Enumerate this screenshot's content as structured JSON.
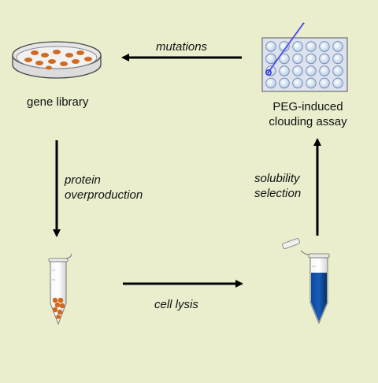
{
  "nodes": {
    "library": {
      "label": "gene library",
      "icon": "petri-dish-icon"
    },
    "expression": {
      "icon": "tube-with-cells-icon"
    },
    "lysate": {
      "icon": "tube-with-supernatant-icon"
    },
    "assay": {
      "line1": "PEG-induced",
      "line2": "clouding assay",
      "icon": "well-plate-icon"
    }
  },
  "edges": {
    "library_to_expression": {
      "line1": "protein",
      "line2": "overproduction"
    },
    "expression_to_lysate": {
      "label": "cell lysis"
    },
    "lysate_to_assay": {
      "line1": "solubility",
      "line2": "selection"
    },
    "assay_to_library": {
      "label": "mutations"
    }
  },
  "colors": {
    "background": "#eaeecd",
    "cells": "#d2691e",
    "tube_liquid": "#0a3f8f",
    "plate_well": "#c8dcf2",
    "pipette": "#2a2ad8"
  }
}
